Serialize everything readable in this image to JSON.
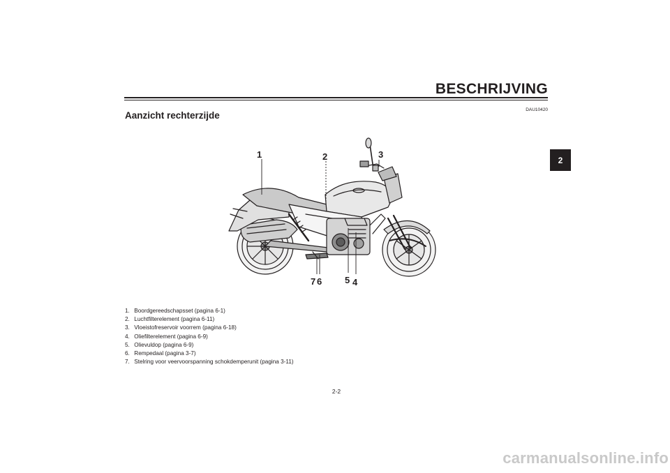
{
  "header": {
    "title": "BESCHRIJVING"
  },
  "doc_code": "DAU10420",
  "section": {
    "title": "Aanzicht rechterzijde"
  },
  "chapter_tab": "2",
  "figure": {
    "callouts": [
      "1",
      "2",
      "3",
      "7",
      "6",
      "5",
      "4"
    ]
  },
  "legend": [
    {
      "num": "1.",
      "text": "Boordgereedschapsset (pagina 6-1)"
    },
    {
      "num": "2.",
      "text": "Luchtfilterelement (pagina 6-11)"
    },
    {
      "num": "3.",
      "text": "Vloeistofreservoir voorrem (pagina 6-18)"
    },
    {
      "num": "4.",
      "text": "Oliefilterelement (pagina 6-9)"
    },
    {
      "num": "5.",
      "text": "Olievuldop (pagina 6-9)"
    },
    {
      "num": "6.",
      "text": "Rempedaal (pagina 3-7)"
    },
    {
      "num": "7.",
      "text": "Stelring voor veervoorspanning schokdemperunit (pagina 3-11)"
    }
  ],
  "page_number": "2-2",
  "watermark": "carmanualsonline.info"
}
